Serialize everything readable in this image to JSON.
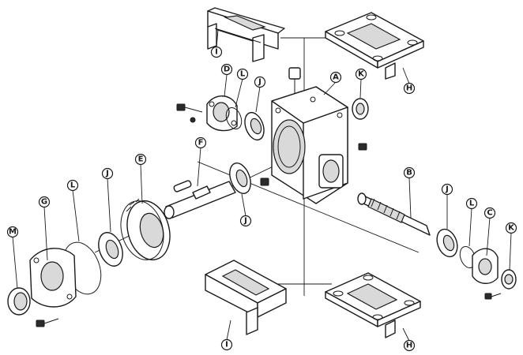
{
  "callouts": {
    "a": "A",
    "b": "B",
    "c": "C",
    "d": "D",
    "e": "E",
    "f": "F",
    "g": "G",
    "h_top": "H",
    "h_bottom": "H",
    "i_top": "I",
    "i_bottom": "I",
    "j_top": "J",
    "j_mid": "J",
    "j_left": "J",
    "j_right": "J",
    "k_top": "K",
    "k_right": "K",
    "l_top": "L",
    "l_left": "L",
    "l_right": "L",
    "m": "M"
  },
  "colors": {
    "line": "#1a1a1a",
    "background": "#ffffff"
  }
}
